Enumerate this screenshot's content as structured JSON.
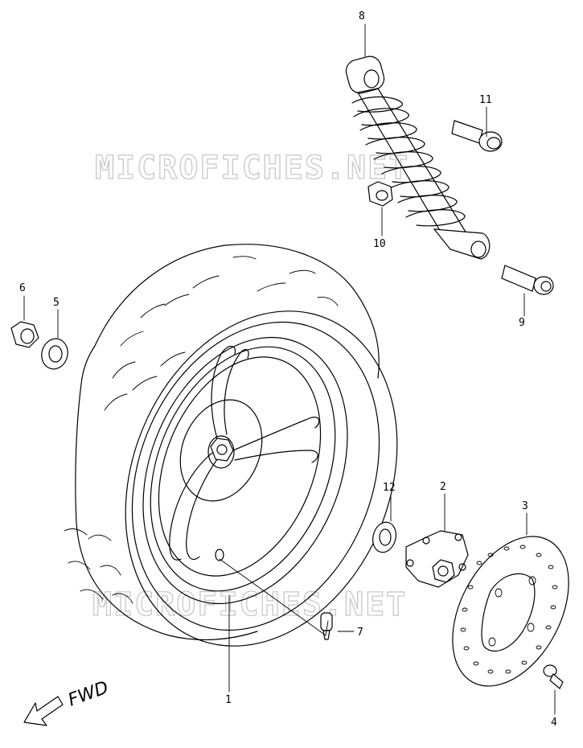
{
  "watermark": "MICROFICHES.NET",
  "direction_label": "FWD",
  "parts": [
    {
      "number": "1",
      "name": "wheel"
    },
    {
      "number": "2",
      "name": "hub"
    },
    {
      "number": "3",
      "name": "brake-disc"
    },
    {
      "number": "4",
      "name": "disc-bolt"
    },
    {
      "number": "5",
      "name": "washer"
    },
    {
      "number": "6",
      "name": "axle-nut"
    },
    {
      "number": "7",
      "name": "valve"
    },
    {
      "number": "8",
      "name": "shock-absorber"
    },
    {
      "number": "9",
      "name": "lower-bolt"
    },
    {
      "number": "10",
      "name": "upper-nut"
    },
    {
      "number": "11",
      "name": "upper-bolt"
    },
    {
      "number": "12",
      "name": "hub-washer"
    }
  ]
}
